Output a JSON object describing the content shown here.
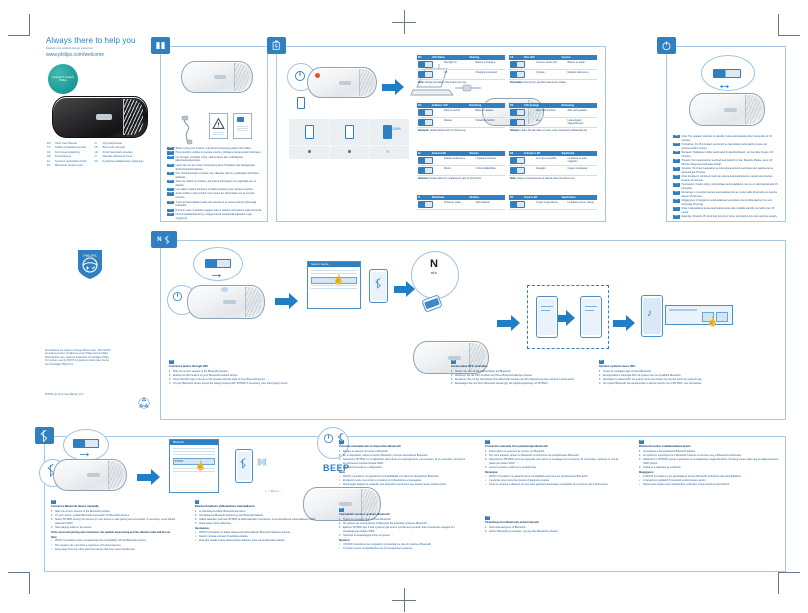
{
  "header": {
    "title": "Always there to help you",
    "subtitle": "Register your product and get support at",
    "url": "www.philips.com/welcome",
    "model": "BT3500",
    "badge": "Question? Contact Philips"
  },
  "brand": {
    "wordmark": "PHILIPS",
    "shield_label": "PHILIPS"
  },
  "legal": {
    "text": "Specifications are subject to change without notice. 2014 WOOX Innovations Limited. All rights reserved. Philips and the Philips Shield Emblem are registered trademarks of Koninklijke Philips N.V. and are used by WOOX Innovations Limited under license from Koninklijke Philips N.V.",
    "docid": "BT3500_00_Short User Manual_V1.0"
  },
  "language_list": {
    "left": [
      {
        "code": "EN",
        "label": "Short User Manual"
      },
      {
        "code": "CS",
        "label": "Kratka uzivatelska prirucka"
      },
      {
        "code": "DA",
        "label": "Kort brugervejledning"
      },
      {
        "code": "DE",
        "label": "Kurzanleitung"
      },
      {
        "code": "EL",
        "label": "Syntomo egcheiridio chrisis"
      },
      {
        "code": "ES",
        "label": "Manual de usuario corto"
      }
    ],
    "right": [
      {
        "code": "FI",
        "label": "Lyhyt kayttoopas"
      },
      {
        "code": "FR",
        "label": "Bref mode d'emploi"
      },
      {
        "code": "HU",
        "label": "Rovid hasznalati utmutato"
      },
      {
        "code": "IT",
        "label": "Manuale dell'utente breve"
      },
      {
        "code": "KK",
        "label": "Kyskasha paidalanushy nuskaulygy"
      }
    ]
  },
  "panels": {
    "safety": {
      "icon": "safety-book-icon",
      "notes": [
        {
          "lang": "EN",
          "text": "Before using your product, read all accompanying safety information."
        },
        {
          "lang": "CS",
          "text": "Pred pouzitim vyrobku si prectete vsechny pribalene bezpecnostni informace."
        },
        {
          "lang": "DA",
          "text": "For du tager produktet i brug, skal du laese alle medfolgende sikkerhedsoplysninger."
        },
        {
          "lang": "DE",
          "text": "Lesen Sie vor der ersten Verwendung Ihres Produktes alle beiliegenden Sicherheitsinformationen."
        },
        {
          "lang": "EL",
          "text": "Prin chrisimopoiisete to proion sas, diavaste oles tis synodeftikes plirofories asfaleias."
        },
        {
          "lang": "ES",
          "text": "Antes de utilizar el producto, lea toda la informacion de seguridad que se adjunta."
        },
        {
          "lang": "FI",
          "text": "Lue kaikki mukana toimitetut turvallisuustiedot ennen tuotteen kayttoa."
        },
        {
          "lang": "FR",
          "text": "Avant d'utiliser votre produit, lisez toutes les informations sur la securite fournies."
        },
        {
          "lang": "HU",
          "text": "A termek hasznalatba vetele elott olvassa el az osszes tartozo biztonsagi tudnivalot."
        },
        {
          "lang": "IT",
          "text": "Prima di usare il prodotto, leggere tutte le relative informazioni sulla sicurezza."
        },
        {
          "lang": "KK",
          "text": "Onimdi paidalanbas buryn, bargan barlyk qauipsizdik aqparatyn oqyp shyghynyz."
        }
      ]
    },
    "charging": {
      "icon": "battery-charge-icon",
      "battery_full_label": "100%",
      "tables": [
        {
          "lang": "EN",
          "col1": "LED Status",
          "col2": "Meaning",
          "rows": [
            {
              "c1": "Red light on",
              "c2": "Battery is charging"
            },
            {
              "c1": "Off",
              "c2": "Charging completed"
            }
          ],
          "note_label": "Note:",
          "note": "Charge the battery fully before first use."
        },
        {
          "lang": "CS",
          "col1": "Stav LED",
          "col2": "Vyznam",
          "rows": [
            {
              "c1": "Cervene svetlo sviti",
              "c2": "Baterie se nabiji"
            },
            {
              "c1": "Vypnuto",
              "c2": "Nabijeni dokonceno"
            }
          ],
          "note_label": "Poznamka:",
          "note": "Pred prvnim pouzitim baterii plne nabijte."
        },
        {
          "lang": "DA",
          "col1": "Indikator LED",
          "col2": "Betydning",
          "rows": [
            {
              "c1": "Rodt lys taendt",
              "c2": "Batteriet oplades"
            },
            {
              "c1": "Slukket",
              "c2": "Opladning fuldfort"
            }
          ],
          "note_label": "Bemaerk:",
          "note": "Oplad batteriet helt for forste brug."
        },
        {
          "lang": "DE",
          "col1": "LED-Anzeige",
          "col2": "Bedeutung",
          "rows": [
            {
              "c1": "Rote LED leuchtet",
              "c2": "Akku wird geladen"
            },
            {
              "c1": "Aus",
              "c2": "Ladevorgang abgeschlossen"
            }
          ],
          "note_label": "Hinweis:",
          "note": "Laden Sie den Akku vor dem ersten Gebrauch vollstaendig auf."
        },
        {
          "lang": "EL",
          "col1": "Endeixi LED",
          "col2": "Simasia",
          "rows": [
            {
              "c1": "Kokkino anammeno",
              "c2": "I mpataria fortizetai"
            },
            {
              "c1": "Sbisto",
              "c2": "I fortisi oloklirothike"
            }
          ],
          "note_label": "Simeiosi:",
          "note": "Fortiste plirōs tin mpataria prin apo tin proti chrisi."
        },
        {
          "lang": "ES",
          "col1": "Indicador LED",
          "col2": "Significado",
          "rows": [
            {
              "c1": "Luz roja encendida",
              "c2": "La bateria se esta cargando"
            },
            {
              "c1": "Apagado",
              "c2": "Carga completada"
            }
          ],
          "note_label": "Nota:",
          "note": "Cargue completamente la bateria antes del primer uso."
        },
        {
          "lang": "FI",
          "col1": "Merkkivalo",
          "col2": "Merkitys",
          "rows": [
            {
              "c1": "Punainen palaa",
              "c2": "Akku latautuu"
            },
            {
              "c1": "Ei pala",
              "c2": "Lataus valmis"
            }
          ],
          "note_label": "Huomautus:",
          "note": "Lataa akku tayteen ennen ensimmaista kayttoa."
        },
        {
          "lang": "FR",
          "col1": "Voyant LED",
          "col2": "Signification",
          "rows": [
            {
              "c1": "Voyant rouge allume",
              "c2": "La batterie est en charge"
            },
            {
              "c1": "Eteint",
              "c2": "Charge terminee"
            }
          ],
          "note_label": "Remarque:",
          "note": "Chargez completement la batterie avant la premiere utilisation."
        }
      ]
    },
    "power": {
      "icon": "power-standby-icon",
      "notes": [
        {
          "lang": "EN",
          "text": "Note: The speaker switches to standby mode automatically when being idle for 15 minutes."
        },
        {
          "lang": "CS",
          "text": "Poznamka: Po 15 minutach necinnosti se reproduktor automaticky prepne do pohotovostniho rezimu."
        },
        {
          "lang": "DA",
          "text": "Bemaerk: Hojttaleren skifter automatisk til standbytilstand, nar den ikke bruges i 15 minutter."
        },
        {
          "lang": "DE",
          "text": "Hinweis: Der Lautsprecher wechselt automatisch in den Standby-Modus, wenn 15 Minuten lang keine Aktivitaet erfolgt."
        },
        {
          "lang": "EL",
          "text": "Simeiosi: To icheio metavainei se leitourgia anamonis automata otan paramenei se adraneia gia 15 lepta."
        },
        {
          "lang": "ES",
          "text": "Nota: El altavoz cambia al modo de espera automaticamente cuando esta inactivo durante 15 minutos."
        },
        {
          "lang": "FI",
          "text": "Huomautus: Kaiutin siirtyy valmiustilaan automaattisesti, kun se on ollut kayttamatta 15 minuuttia."
        },
        {
          "lang": "FR",
          "text": "Remarque: L'enceinte bascule automatiquement en mode veille lorsqu'elle est inactive depuis 15 minutes."
        },
        {
          "lang": "HU",
          "text": "Megjegyzes: A hangszoro automatikusan keszenleti uzemmodba kapcsol, ha nem hasznalja 15 percig."
        },
        {
          "lang": "IT",
          "text": "Nota: L'altoparlante passa automaticamente alla modalita standby se inattivo per 15 minuti."
        },
        {
          "lang": "KK",
          "text": "Eskertpe: Dinamik 15 minut boiy jumyssyz tursa, avtomatty turde kutu rejimine ausady."
        }
      ]
    },
    "nfc": {
      "icon_left": "nfc-icon",
      "icon_right": "bluetooth-icon",
      "nfc_label": "nfc",
      "screen_title": "Select a device",
      "blocks": [
        {
          "lang": "EN",
          "title": "Connect a device through NFC",
          "steps": [
            "Slide the source selector to the Bluetooth position.",
            "Enable the NFC feature on your Bluetooth-enabled device.",
            "Touch the NFC tag on the top of the speaker with the back of your Bluetooth device.",
            "On your Bluetooth device accept the pairing request with 'BT3500' if necessary, then start playing music."
          ]
        },
        {
          "lang": "DE",
          "title": "Geraet ueber NFC verbinden",
          "steps": [
            "Stellen Sie den Quellenwahlschalter auf Bluetooth.",
            "Aktivieren Sie die NFC-Funktion auf Ihrem Bluetooth-faehigen Geraet.",
            "Beruehren Sie mit der Rueckseite Ihres Bluetooth-Geraets die NFC-Markierung oben auf dem Lautsprecher.",
            "Bestaetigen Sie auf Ihrem Bluetooth-Geraet ggf. die Kopplungsanfrage mit 'BT3500'."
          ]
        },
        {
          "lang": "EL",
          "title": "Syndesi syskevis meso NFC",
          "steps": [
            "Syrete ton epilogea pigis sti thesi Bluetooth.",
            "Energopoiiste ti leitourgia NFC sti syskevi sas me dynatotita Bluetooth.",
            "Akoubiste tin etiketa NFC sto epano meros tou icheiou me tin piso plevra tis syskevis sas.",
            "Sti syskevi Bluetooth sas apodechteite to aitima syzefxis me to 'BT3500', ean chreiazetai."
          ]
        }
      ]
    },
    "bluetooth": {
      "icon": "bluetooth-pairing-icon",
      "screen_title": "Bluetooth",
      "device_name": "BT3500",
      "beep_label": "BEEP",
      "distance_label": "< 10 m",
      "blocks": [
        {
          "lang": "EN",
          "title": "Connect a Bluetooth device manually",
          "steps": [
            "Slide the source selector to the Bluetooth position.",
            "On your device, enable Bluetooth and search for Bluetooth devices.",
            "Select 'BT3500' among the devices on your device to start pairing and connection. If necessary, enter default password '0000'.",
            "Start playing audio on the device."
          ],
          "note_label": "Note:",
          "notes": [
            "WOOX Innovations does not guarantee the compatibility with all Bluetooth devices.",
            "The speaker can memorize a maximum of 8 paired devices.",
            "Keep away from any other electronic device that may cause interference."
          ],
          "subtitle": "If the successful pairing and connection, the speaker keeps being and the effective radio will be lost."
        },
        {
          "lang": "ES",
          "title": "Conectar manualmente un dispositivo Bluetooth",
          "steps": [
            "Deslice el selector de fuente a Bluetooth.",
            "En el dispositivo, active la funcion Bluetooth y busque dispositivos Bluetooth.",
            "Seleccione 'BT3500' en el dispositivo para iniciar el emparejamiento y la conexion. Si es necesario, introduzca la contrasena predeterminada '0000'.",
            "Reproduzca audio en el dispositivo."
          ],
          "note_label": "Nota:",
          "notes": [
            "WOOX Innovations no garantiza la compatibilidad con todos los dispositivos Bluetooth.",
            "El altavoz puede memorizar un maximo de 8 dispositivos emparejados.",
            "Mantengalo alejado de cualquier otro dispositivo electronico que pueda causar interferencias."
          ]
        },
        {
          "lang": "EL",
          "title": "Cheirokiniti syndesi syskevis Bluetooth",
          "steps": [
            "Syrete ton epilogea pigis sti thesi Bluetooth.",
            "Sti syskevi sas energopoiiste to Bluetooth kai anazitiste syskeves Bluetooth.",
            "Epilexte 'BT3500' apo ti lista syskevon gia enarxi syzefxis kai syndesis. Ean chreiazetai, eisagete ton proepilegmeno kodiko '0000'.",
            "Xekiniste tin anaparagogi ichou sti syskevi."
          ],
          "note_label": "Simeiosi:",
          "notes": [
            "I WOOX Innovations den engyatai ti symvatotita me oles tis syskeves Bluetooth.",
            "To icheio mporei na apothikefsei eos 8 syzevgmenes syskeves.",
            "Kratiste to makria apo alles ilektronikes syskeves pou mporei na proklalesoun paremvoles."
          ]
        },
        {
          "lang": "FI",
          "title": "Bluetooth-laitteen yhdistaminen manuaalisesti",
          "steps": [
            "Liu'uta lahteenvalitsin Bluetooth-asentoon.",
            "Ota laitteessa Bluetooth kayttoon ja etsi Bluetooth-laitteita.",
            "Valitse laitteiden joukosta 'BT3500' ja aloita laiteparin muodostus. Anna tarvittaessa oletussalasana '0000'.",
            "Aloita aanen toisto laitteessa."
          ],
          "note_label": "Huomautus:",
          "notes": [
            "WOOX Innovations ei takaa yhteensopivuutta kaikkien Bluetooth-laitteiden kanssa.",
            "Kaiutin muistaa enintaan 8 paritettua laitetta.",
            "Pida laite etaalla muista elektronisista laitteista, jotka voivat aiheuttaa hairiota."
          ]
        },
        {
          "lang": "FR",
          "title": "Connexion manuelle d'un peripherique Bluetooth",
          "steps": [
            "Faites glisser le selecteur de source sur Bluetooth.",
            "Sur votre appareil, activez le Bluetooth et recherchez les peripheriques Bluetooth.",
            "Selectionnez 'BT3500' parmi les appareils pour lancer le couplage et la connexion. Si necessaire, saisissez le mot de passe par defaut '0000'.",
            "Lancez la lecture audio sur le peripherique."
          ],
          "note_label": "Remarque:",
          "notes": [
            "WOOX Innovations ne garantit pas la compatibilite avec tous les peripheriques Bluetooth.",
            "L'enceinte peut memoriser jusqu'a 8 appareils couples.",
            "Tenez le systeme a distance de tout autre appareil electronique susceptible de provoquer des interferences."
          ]
        },
        {
          "lang": "DA",
          "title": "Tilslutning af en Bluetooth-enhed manuelt",
          "steps": [
            "Skub kildevaelgeren til Bluetooth.",
            "Aktiver Bluetooth pa enheden, og sog efter Bluetooth-enheder."
          ]
        },
        {
          "lang": "HU",
          "title": "Bluetooth-eszkoz csatlakoztatasa kezzel",
          "steps": [
            "Csusztassa a forrasvalasztot Bluetooth allasba.",
            "Az eszkozon engedelyezze a Bluetooth funkciot es keresse meg a Bluetooth-eszkozoket.",
            "Valassza ki a 'BT3500' elemet a parositas es a csatlakozas megkezdesehez. Szukseg eseten adja meg az alapertelmezett '0000' jelszot.",
            "Inditsa el a lejatszast az eszkozon."
          ],
          "note_label": "Megjegyzes:",
          "notes": [
            "A WOOX Innovations nem garantalja az osszes Bluetooth-eszkozzel valo kompatibilitast.",
            "A hangszoro legfeljebb 8 parositott eszkozt kepes tarolni.",
            "Tartsa tavol minden olyan elektronikus eszkoztol, amely interferenciat okozhat."
          ]
        }
      ]
    }
  },
  "colors": {
    "brand_blue": "#2f7fc1",
    "panel_border": "#a9c8e4",
    "text_blue": "#2a5d8f",
    "teal_badge": "#0e8d8a",
    "red_led": "#e8512a"
  }
}
